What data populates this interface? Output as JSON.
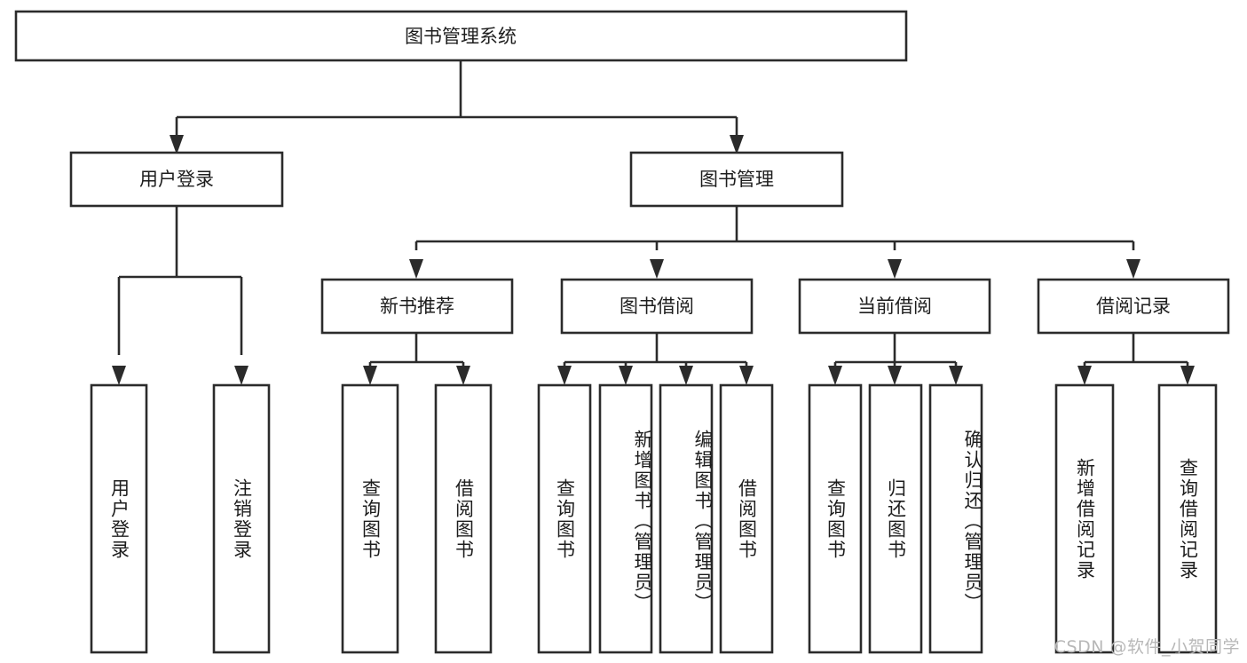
{
  "diagram": {
    "type": "tree-hierarchy-flowchart",
    "title": "图书管理系统",
    "orientation": "top-down",
    "background_color": "#ffffff",
    "line_color": "#2b2b2b",
    "box_fill": "#ffffff",
    "root": {
      "id": "root",
      "label": "图书管理系统",
      "text_direction": "horizontal"
    },
    "level1": [
      {
        "id": "user-login",
        "label": "用户登录",
        "text_direction": "horizontal"
      },
      {
        "id": "book-management",
        "label": "图书管理",
        "text_direction": "horizontal"
      }
    ],
    "level2": [
      {
        "id": "new-book-recommend",
        "label": "新书推荐",
        "parent": "book-management",
        "text_direction": "horizontal"
      },
      {
        "id": "book-borrow",
        "label": "图书借阅",
        "parent": "book-management",
        "text_direction": "horizontal"
      },
      {
        "id": "current-borrow",
        "label": "当前借阅",
        "parent": "book-management",
        "text_direction": "horizontal"
      },
      {
        "id": "borrow-record",
        "label": "借阅记录",
        "parent": "book-management",
        "text_direction": "horizontal"
      }
    ],
    "leaves": [
      {
        "id": "leaf-user-login",
        "label": "用户登录",
        "parent": "user-login",
        "text_direction": "vertical"
      },
      {
        "id": "leaf-user-logout",
        "label": "注销登录",
        "parent": "user-login",
        "text_direction": "vertical"
      },
      {
        "id": "leaf-query-book-1",
        "label": "查询图书",
        "parent": "new-book-recommend",
        "text_direction": "vertical"
      },
      {
        "id": "leaf-borrow-book-1",
        "label": "借阅图书",
        "parent": "new-book-recommend",
        "text_direction": "vertical"
      },
      {
        "id": "leaf-query-book-2",
        "label": "查询图书",
        "parent": "book-borrow",
        "text_direction": "vertical"
      },
      {
        "id": "leaf-add-book",
        "label": "新增图书（管理员）",
        "parent": "book-borrow",
        "text_direction": "vertical"
      },
      {
        "id": "leaf-edit-book",
        "label": "编辑图书（管理员）",
        "parent": "book-borrow",
        "text_direction": "vertical"
      },
      {
        "id": "leaf-borrow-book-2",
        "label": "借阅图书",
        "parent": "book-borrow",
        "text_direction": "vertical"
      },
      {
        "id": "leaf-query-book-3",
        "label": "查询图书",
        "parent": "current-borrow",
        "text_direction": "vertical"
      },
      {
        "id": "leaf-return-book",
        "label": "归还图书",
        "parent": "current-borrow",
        "text_direction": "vertical"
      },
      {
        "id": "leaf-confirm-return",
        "label": "确认归还（管理员）",
        "parent": "current-borrow",
        "text_direction": "vertical"
      },
      {
        "id": "leaf-add-borrow-record",
        "label": "新增借阅记录",
        "parent": "borrow-record",
        "text_direction": "vertical"
      },
      {
        "id": "leaf-query-borrow-record",
        "label": "查询借阅记录",
        "parent": "borrow-record",
        "text_direction": "vertical"
      }
    ]
  },
  "watermark": {
    "text": "CSDN @软件_小贺同学"
  }
}
